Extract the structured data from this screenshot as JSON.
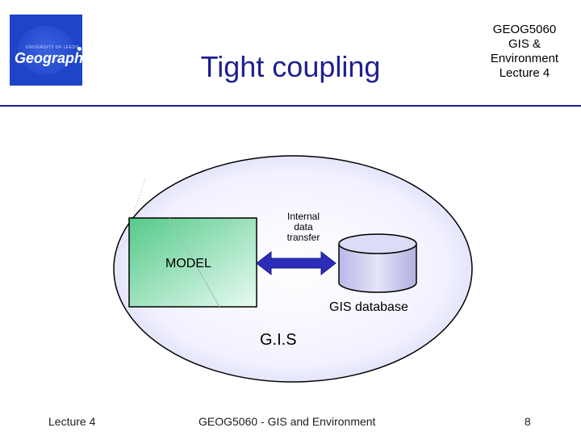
{
  "logo": {
    "small_text": "UNIVERSITY OF LEEDS",
    "big_text": "Geography",
    "bg_color": "#1e45c8"
  },
  "header": {
    "title": "Tight coupling",
    "course_lines": [
      "GEOG5060",
      "GIS &",
      "Environment",
      "Lecture 4"
    ],
    "title_color": "#1f1f8f"
  },
  "diagram": {
    "transfer_lines": [
      "Internal",
      "data",
      "transfer"
    ],
    "model_label": "MODEL",
    "database_label": "GIS database",
    "gis_label": "G.I.S",
    "arrow_color": "#2c2cb8",
    "model_fill": "#7fe0b0",
    "database_fill": "#c8c8ee"
  },
  "footer": {
    "left": "Lecture 4",
    "center": "GEOG5060 - GIS and Environment",
    "page_number": "8"
  }
}
